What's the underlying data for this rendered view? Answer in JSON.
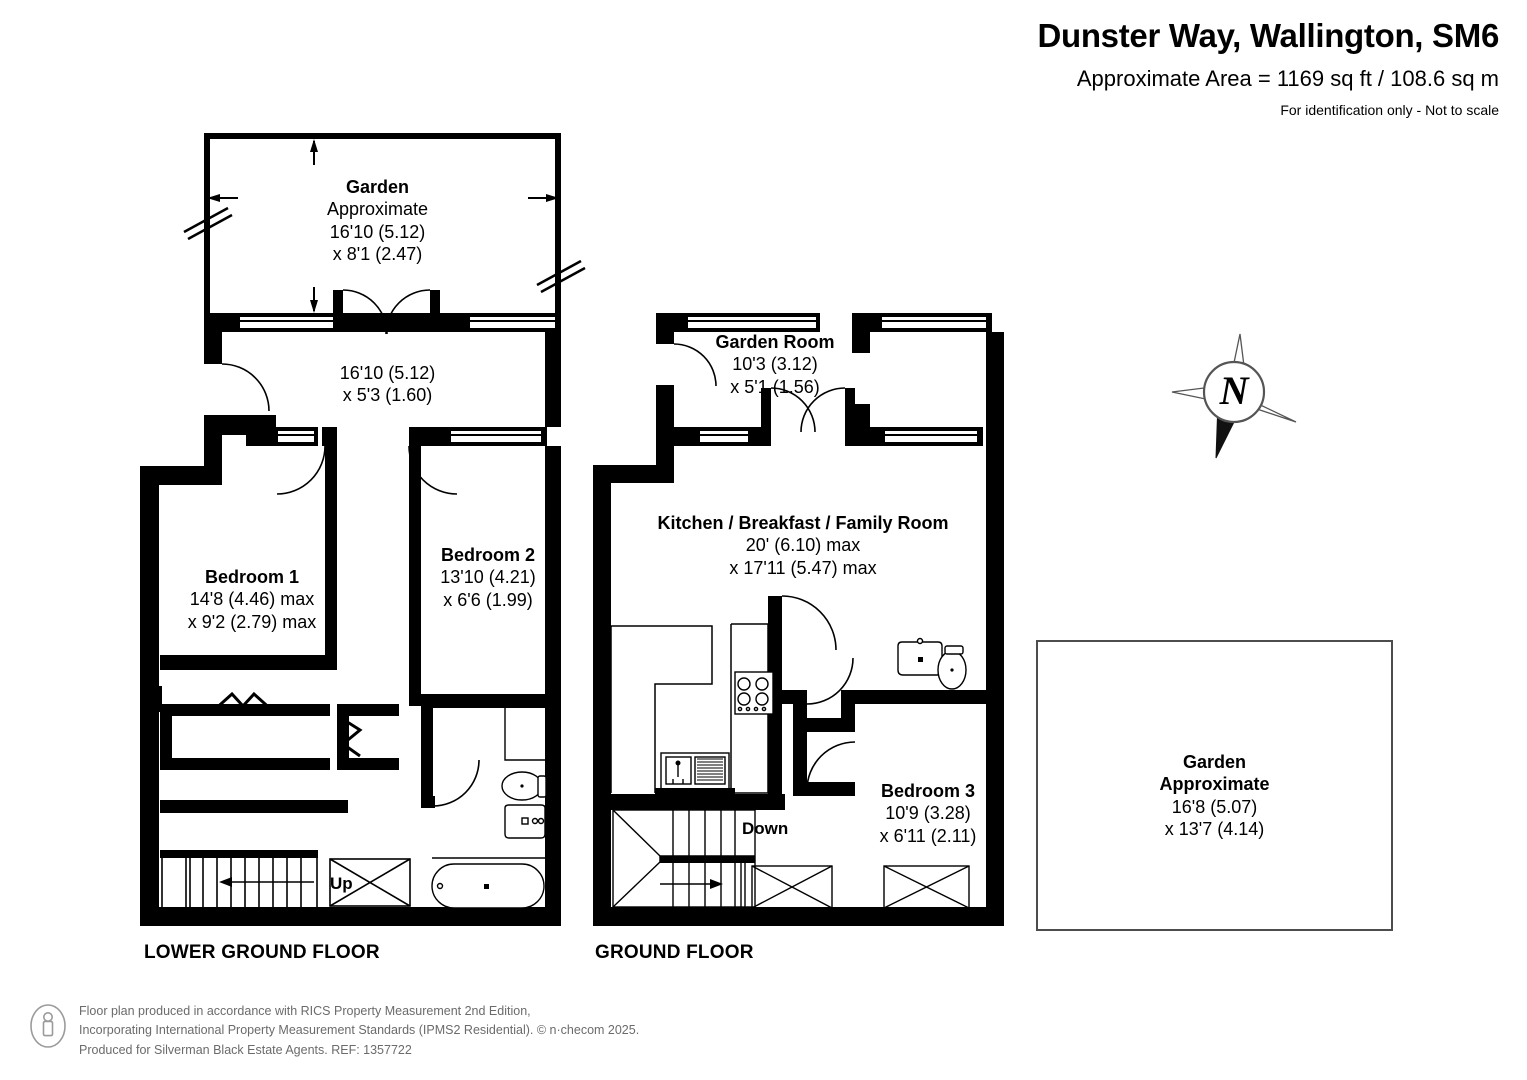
{
  "header": {
    "title": "Dunster Way, Wallington, SM6",
    "area": "Approximate Area = 1169 sq ft / 108.6 sq m",
    "notice": "For identification only - Not to scale"
  },
  "compass": {
    "north_label": "N"
  },
  "floors": [
    {
      "id": "lower-ground",
      "label": "LOWER GROUND FLOOR",
      "rooms": [
        {
          "id": "garden-lower",
          "name": "Garden",
          "subtitle": "Approximate",
          "dim1": "16'10 (5.12)",
          "dim2": "x 8'1 (2.47)"
        },
        {
          "id": "hallway-lower",
          "name": "",
          "dim1": "16'10 (5.12)",
          "dim2": "x 5'3 (1.60)"
        },
        {
          "id": "bedroom-1",
          "name": "Bedroom 1",
          "dim1": "14'8 (4.46) max",
          "dim2": "x 9'2 (2.79) max"
        },
        {
          "id": "bedroom-2",
          "name": "Bedroom 2",
          "dim1": "13'10 (4.21)",
          "dim2": "x 6'6 (1.99)"
        }
      ],
      "stair_label": "Up"
    },
    {
      "id": "ground",
      "label": "GROUND FLOOR",
      "rooms": [
        {
          "id": "garden-room",
          "name": "Garden Room",
          "dim1": "10'3 (3.12)",
          "dim2": "x 5'1 (1.56)"
        },
        {
          "id": "kitchen-breakfast-family-room",
          "name": "Kitchen / Breakfast  / Family Room",
          "dim1": "20' (6.10) max",
          "dim2": "x 17'11 (5.47) max"
        },
        {
          "id": "bedroom-3",
          "name": "Bedroom 3",
          "dim1": "10'9 (3.28)",
          "dim2": "x 6'11 (2.11)"
        }
      ],
      "stair_label": "Down"
    }
  ],
  "garden_box": {
    "name": "Garden",
    "subtitle": "Approximate",
    "dim1": "16'8 (5.07)",
    "dim2": "x 13'7 (4.14)"
  },
  "footer": {
    "line1": "Floor plan produced in accordance with RICS Property Measurement 2nd Edition,",
    "line2": "Incorporating International Property Measurement Standards (IPMS2 Residential).   © n·checom 2025.",
    "line3": "Produced for Silverman Black Estate Agents.   REF: 1357722"
  },
  "colors": {
    "wall": "#000000",
    "background": "#ffffff",
    "footer_text": "#6b6b6b",
    "garden_box_border": "#4d4d4d"
  }
}
